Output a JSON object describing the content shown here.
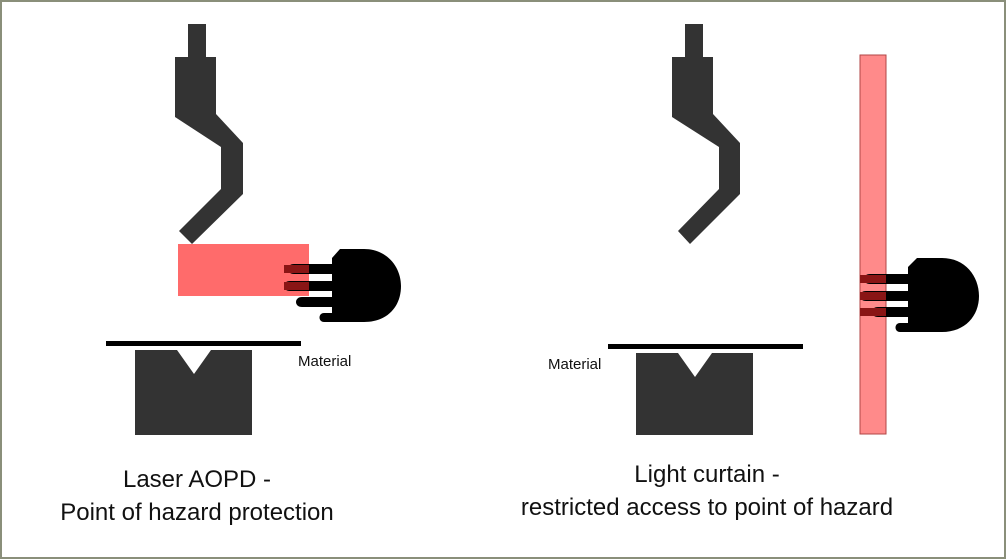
{
  "left_panel": {
    "material_label": "Material",
    "caption_line1": "Laser AOPD -",
    "caption_line2": "Point of hazard protection"
  },
  "right_panel": {
    "material_label": "Material",
    "caption_line1": "Light curtain -",
    "caption_line2": "restricted access to point of hazard"
  },
  "colors": {
    "machine": "#333333",
    "sheet": "#000000",
    "laser_field": "#ff6b6b",
    "curtain": "#ff8a8a",
    "curtain_border": "#b24646",
    "hand": "#000000",
    "frame_border": "#8a8f7a"
  }
}
